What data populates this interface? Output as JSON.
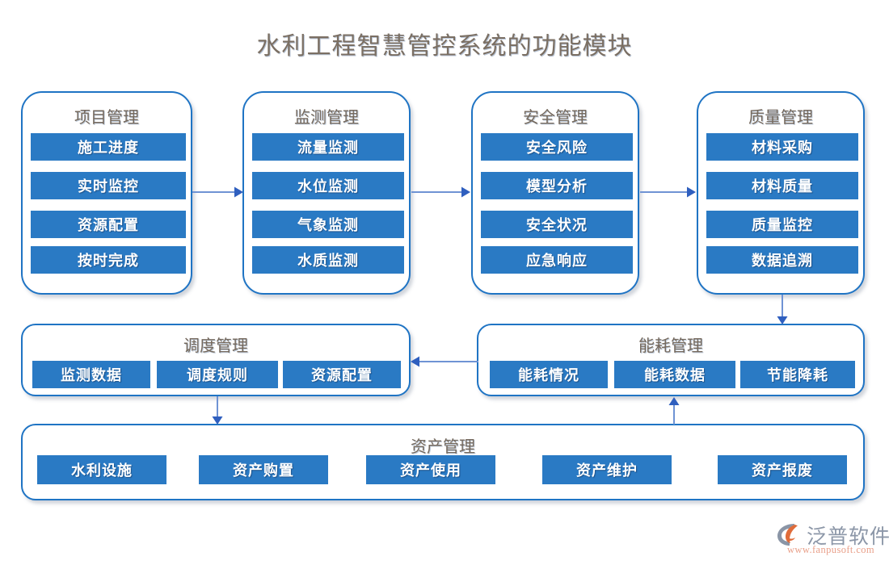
{
  "title": "水利工程智慧管控系统的功能模块",
  "colors": {
    "chip_fill": "#2a7ac4",
    "card_border": "#1f74c4",
    "title_text": "#7b6f63",
    "connector": "#4a7fc8",
    "logo_text": "#8c97a8",
    "logo_url": "#e9a08a",
    "logo_accent": "#e06c3a"
  },
  "columns": [
    {
      "title": "项目管理",
      "items": [
        "施工进度",
        "实时监控",
        "资源配置",
        "按时完成"
      ]
    },
    {
      "title": "监测管理",
      "items": [
        "流量监测",
        "水位监测",
        "气象监测",
        "水质监测"
      ]
    },
    {
      "title": "安全管理",
      "items": [
        "安全风险",
        "模型分析",
        "安全状况",
        "应急响应"
      ]
    },
    {
      "title": "质量管理",
      "items": [
        "材料采购",
        "材料质量",
        "质量监控",
        "数据追溯"
      ]
    }
  ],
  "middle": {
    "scheduling": {
      "title": "调度管理",
      "items": [
        "监测数据",
        "调度规则",
        "资源配置"
      ]
    },
    "energy": {
      "title": "能耗管理",
      "items": [
        "能耗情况",
        "能耗数据",
        "节能降耗"
      ]
    }
  },
  "asset": {
    "title": "资产管理",
    "items": [
      "水利设施",
      "资产购置",
      "资产使用",
      "资产维护",
      "资产报废"
    ]
  },
  "logo": {
    "name": "泛普软件",
    "url": "www.fanpusoft.com"
  }
}
